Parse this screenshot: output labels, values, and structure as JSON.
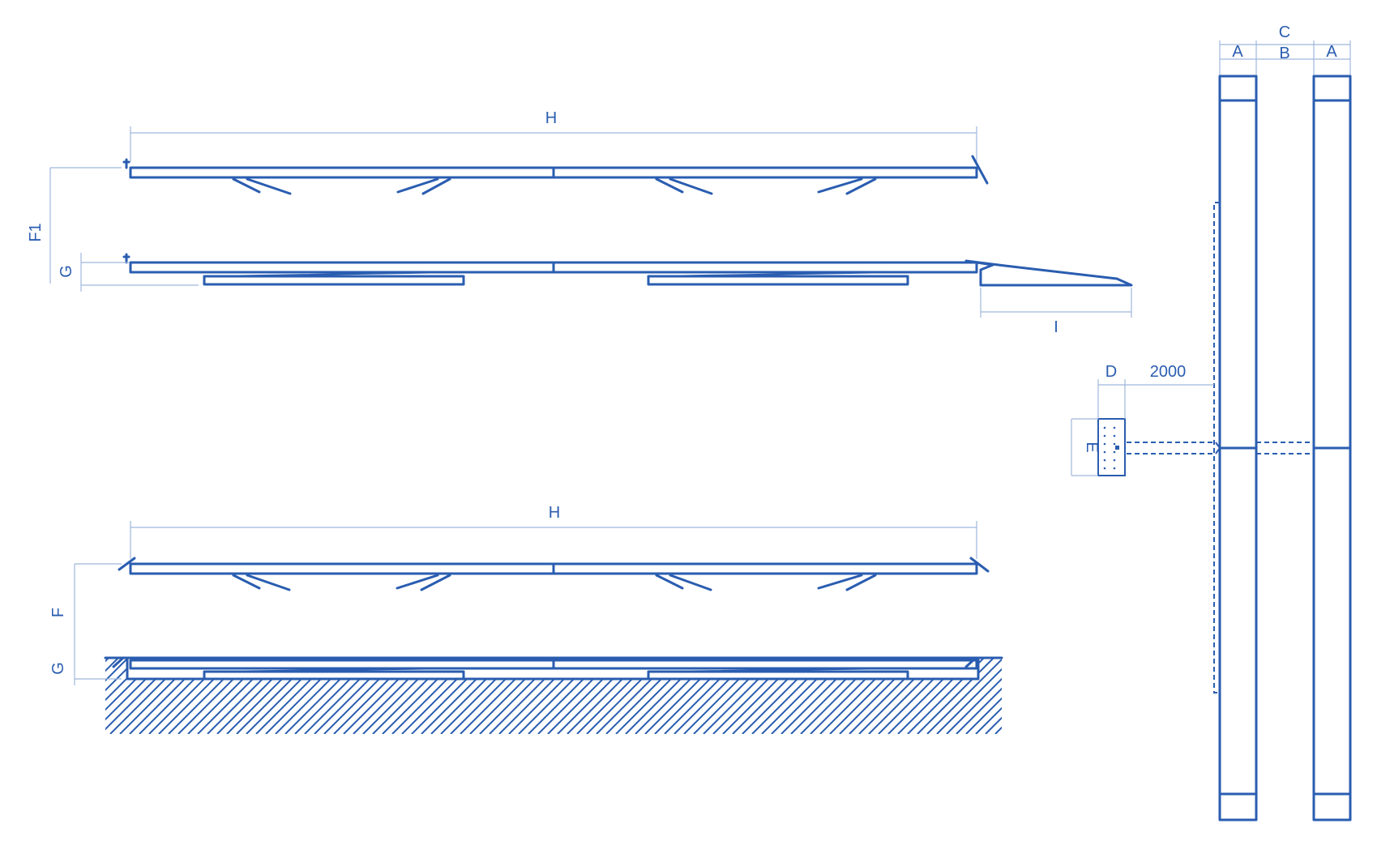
{
  "labels": {
    "h_top": "H",
    "h_bottom": "H",
    "f1": "F1",
    "g_top": "G",
    "i": "I",
    "f": "F",
    "g_bottom": "G",
    "c": "C",
    "a_left": "A",
    "b": "B",
    "a_right": "A",
    "d": "D",
    "length_2000": "2000",
    "e": "E"
  },
  "colors": {
    "line": "#2a5db0",
    "dimension": "#9fb6dc",
    "background": "#ffffff"
  }
}
